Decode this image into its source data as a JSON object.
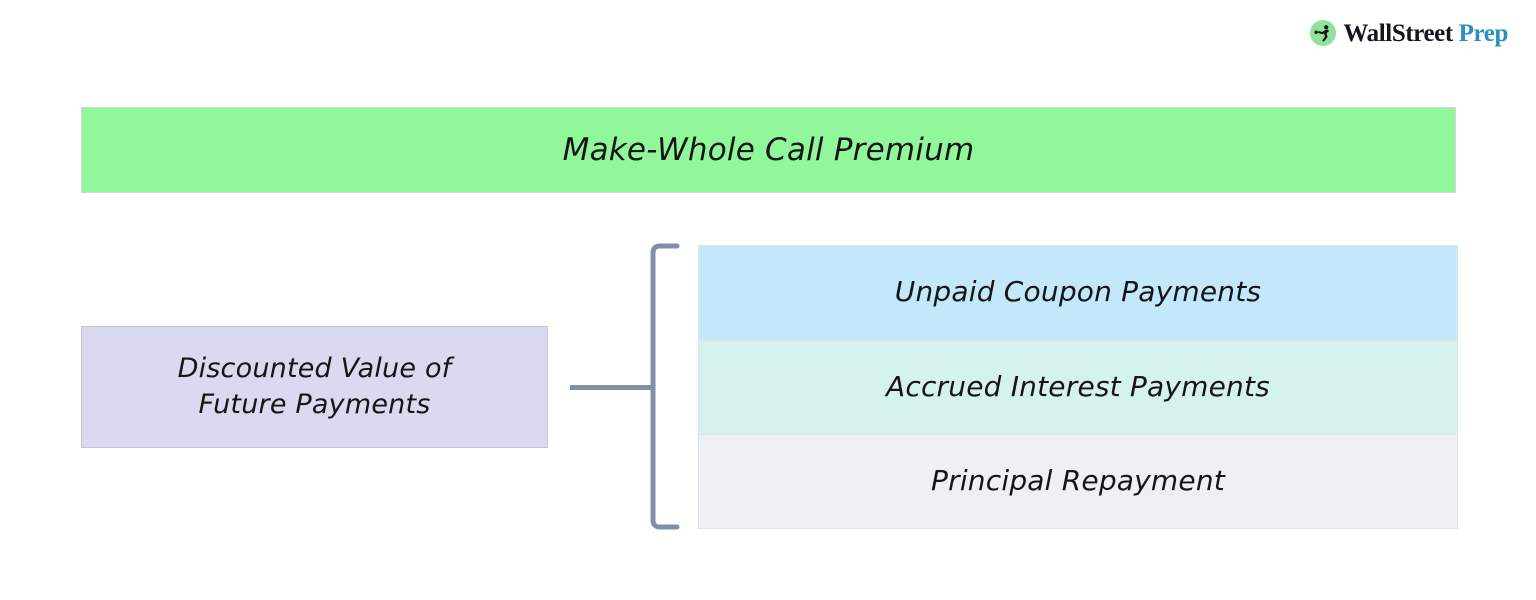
{
  "brand": {
    "name": "brand-logo",
    "word1": "Wall",
    "word2": "Street",
    "word3": "Prep",
    "mark_icon": "runner-icon",
    "mark_color": "#8fe39a",
    "accent_color": "#2a8fc4",
    "text_color": "#13161c"
  },
  "diagram": {
    "title": {
      "label": "Make-Whole Call Premium",
      "fill": "#90f79a",
      "border": "#cfd6dc"
    },
    "left_node": {
      "line1": "Discounted Value of",
      "line2": "Future Payments",
      "fill": "#d9d9f0",
      "border": "#c4c4d6"
    },
    "components": [
      {
        "label": "Unpaid Coupon Payments",
        "fill": "#c3e7fb",
        "border": "#dfe3e8"
      },
      {
        "label": "Accrued Interest Payments",
        "fill": "#d6f2ef",
        "border": "#dfe3e8"
      },
      {
        "label": "Principal Repayment",
        "fill": "#eff0f4",
        "border": "#dfe3e8"
      }
    ],
    "connector": {
      "name": "bracket-connector",
      "color": "#7f90a8",
      "stroke_width": 5
    },
    "background": "#ffffff"
  }
}
